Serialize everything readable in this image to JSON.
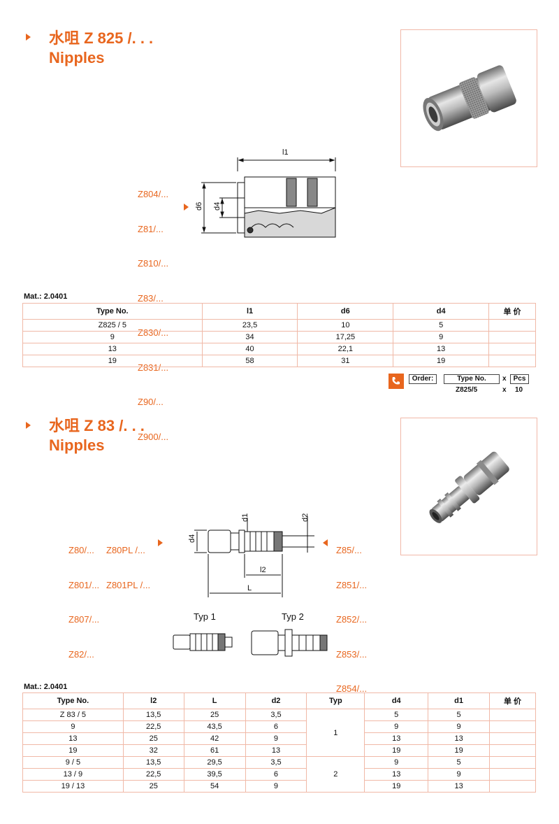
{
  "section1": {
    "title": "水咀 Z 825 /. . .",
    "subtitle": "Nipples",
    "compatible_models": [
      "Z804/...",
      "Z81/...",
      "Z810/...",
      "Z83/...",
      "Z830/...",
      "Z831/...",
      "Z90/...",
      "Z900/..."
    ],
    "diagram_labels": {
      "l1": "l1",
      "d6": "d6",
      "d4": "d4"
    },
    "material": "Mat.: 2.0401",
    "table": {
      "headers": [
        "Type No.",
        "l1",
        "d6",
        "d4",
        "单 价"
      ],
      "rows": [
        [
          "Z825 / 5",
          "23,5",
          "10",
          "5",
          ""
        ],
        [
          "9",
          "34",
          "17,25",
          "9",
          ""
        ],
        [
          "13",
          "40",
          "22,1",
          "13",
          ""
        ],
        [
          "19",
          "58",
          "31",
          "19",
          ""
        ]
      ]
    },
    "order": {
      "label": "Order:",
      "type_header": "Type No.",
      "x1": "x",
      "pcs_header": "Pcs",
      "type_value": "Z825/5",
      "x2": "x",
      "pcs_value": "10"
    }
  },
  "section2": {
    "title": "水咀 Z 83 /. . .",
    "subtitle": "Nipples",
    "models_left_col1": [
      "Z80/...",
      "Z801/...",
      "Z807/...",
      "Z82/..."
    ],
    "models_left_col2": [
      "Z80PL /...",
      "Z801PL /..."
    ],
    "models_right": [
      "Z85/...",
      "Z851/...",
      "Z852/...",
      "Z853/...",
      "Z854/..."
    ],
    "diagram_labels": {
      "d1": "d1",
      "d2": "d2",
      "d4": "d4",
      "l2": "l2",
      "L": "L"
    },
    "typ_labels": [
      "Typ 1",
      "Typ 2"
    ],
    "material": "Mat.: 2.0401",
    "table": {
      "headers": [
        "Type No.",
        "l2",
        "L",
        "d2",
        "Typ",
        "d4",
        "d1",
        "单 价"
      ],
      "rows": [
        [
          "Z 83 / 5",
          "13,5",
          "25",
          "3,5",
          "5",
          "5"
        ],
        [
          "9",
          "22,5",
          "43,5",
          "6",
          "9",
          "9"
        ],
        [
          "13",
          "25",
          "42",
          "9",
          "13",
          "13"
        ],
        [
          "19",
          "32",
          "61",
          "13",
          "19",
          "19"
        ],
        [
          "9 / 5",
          "13,5",
          "29,5",
          "3,5",
          "9",
          "5"
        ],
        [
          "13 / 9",
          "22,5",
          "39,5",
          "6",
          "13",
          "9"
        ],
        [
          "19 / 13",
          "25",
          "54",
          "9",
          "19",
          "13"
        ]
      ],
      "typ_groups": [
        "1",
        "2"
      ]
    }
  },
  "colors": {
    "accent": "#e8661e",
    "table_border": "#f0b9a7",
    "photo_border": "#f1b8a8"
  },
  "icons": [
    "arrow-right-icon",
    "phone-order-icon"
  ]
}
